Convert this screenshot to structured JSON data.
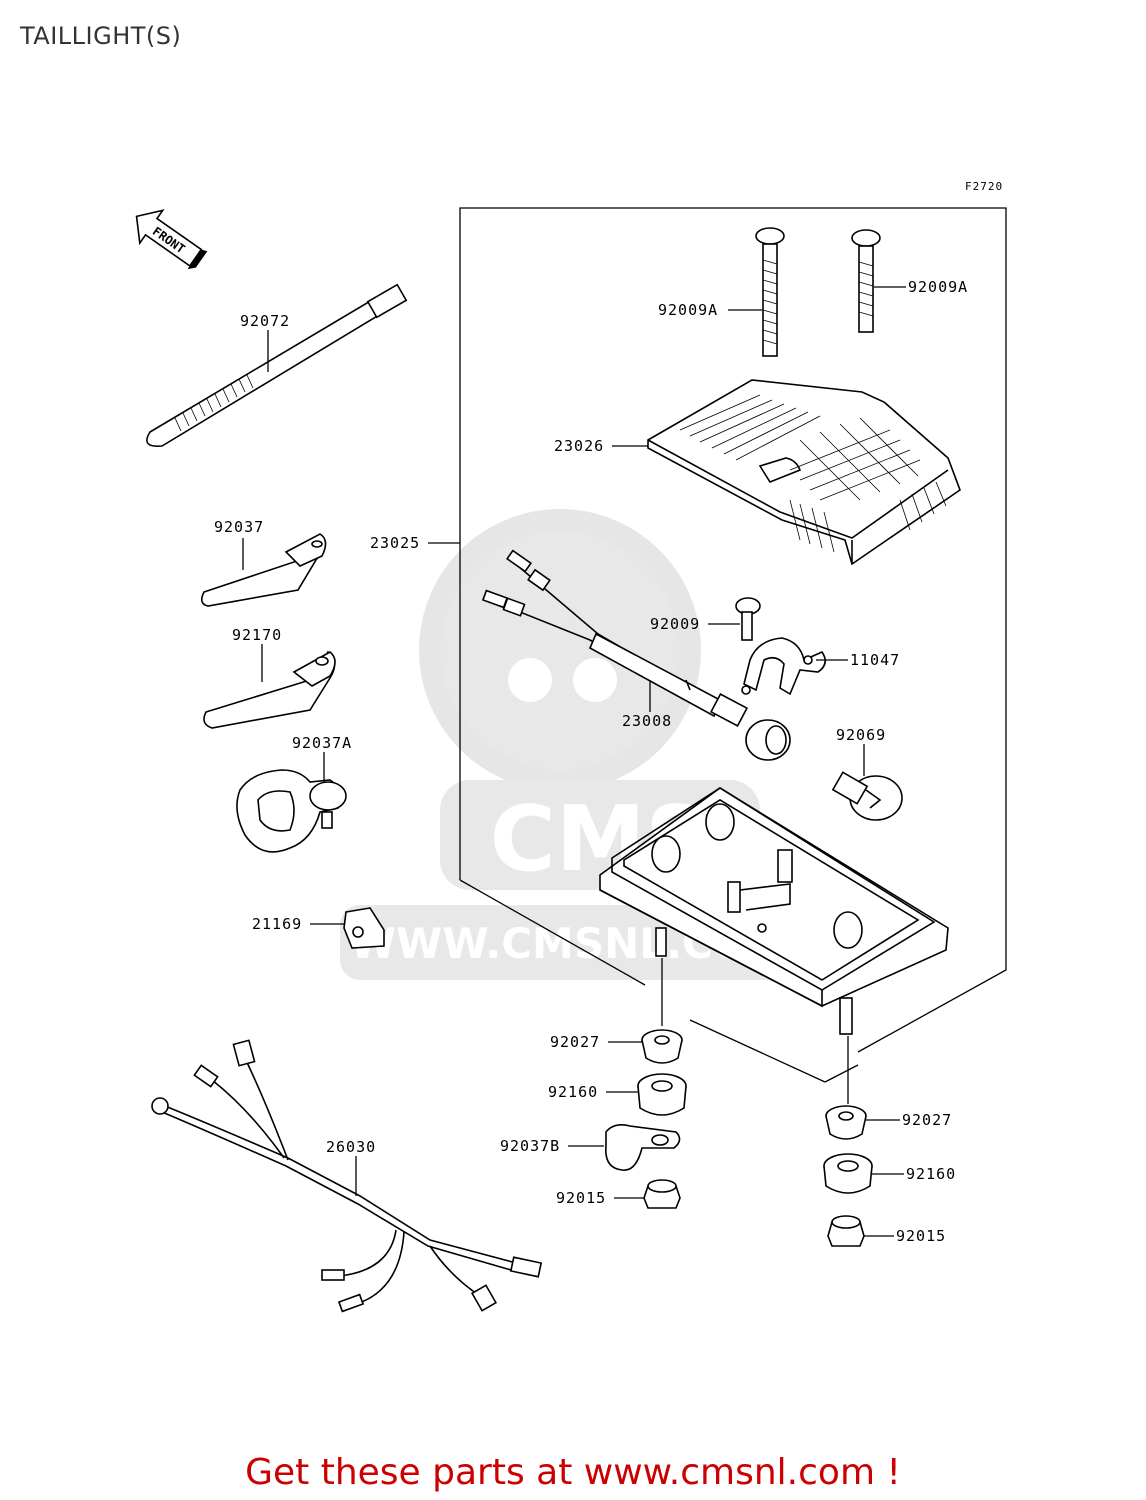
{
  "title": "TAILLIGHT(S)",
  "figure_code": "F2720",
  "front_arrow_label": "FRONT",
  "footer": "Get these parts at www.cmsnl.com !",
  "watermark_text": "WWW.CMSNL.COM",
  "parts": {
    "p92072": "92072",
    "p92037": "92037",
    "p92170": "92170",
    "p92037A": "92037A",
    "p21169": "21169",
    "p26030": "26030",
    "p92009A_left": "92009A",
    "p92009A_right": "92009A",
    "p23026": "23026",
    "p23025": "23025",
    "p92009": "92009",
    "p11047": "11047",
    "p23008": "23008",
    "p92069": "92069",
    "p92027_left": "92027",
    "p92160_left": "92160",
    "p92037B": "92037B",
    "p92015_left": "92015",
    "p92027_right": "92027",
    "p92160_right": "92160",
    "p92015_right": "92015"
  }
}
